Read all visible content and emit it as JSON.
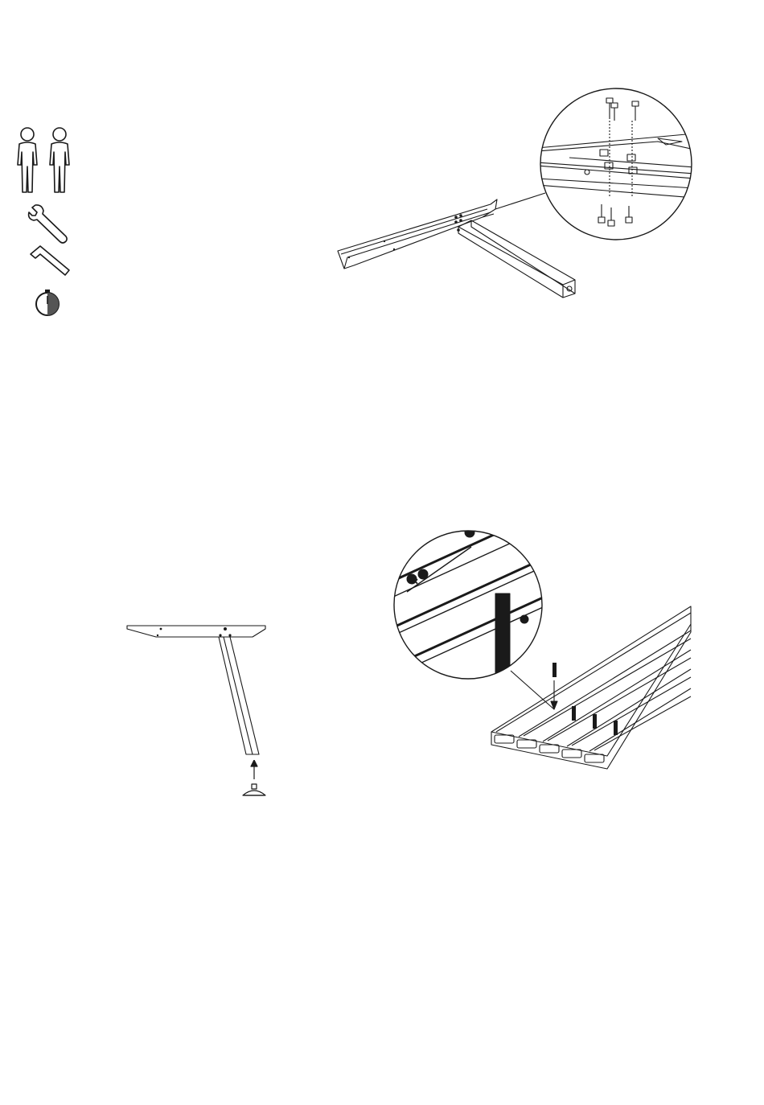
{
  "document": {
    "type": "assembly-instructions",
    "icons": [
      {
        "name": "two-person-icon"
      },
      {
        "name": "wrench-icon"
      },
      {
        "name": "hex-key-icon"
      },
      {
        "name": "clock-icon"
      }
    ],
    "illustrations": [
      {
        "name": "frame-leg-assembly"
      },
      {
        "name": "bolt-detail-magnifier"
      },
      {
        "name": "leg-side-view"
      },
      {
        "name": "foot-glide"
      },
      {
        "name": "slat-panel-assembly"
      },
      {
        "name": "clip-detail-magnifier"
      }
    ],
    "colors": {
      "ink": "#1a1a1a",
      "paper": "#ffffff"
    }
  }
}
